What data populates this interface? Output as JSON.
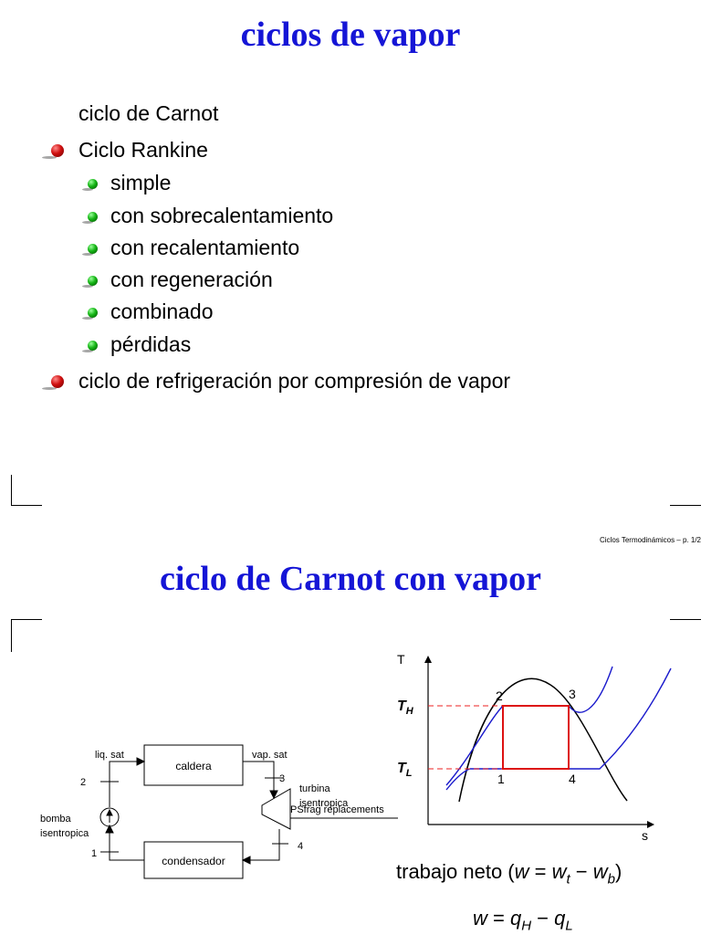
{
  "slide1": {
    "title": "ciclos de vapor",
    "items": [
      {
        "text": "ciclo de Carnot",
        "level": 1,
        "bullet": false
      },
      {
        "text": "Ciclo Rankine",
        "level": 1,
        "bullet": true
      },
      {
        "text": "simple",
        "level": 2,
        "bullet": true
      },
      {
        "text": "con sobrecalentamiento",
        "level": 2,
        "bullet": true
      },
      {
        "text": "con recalentamiento",
        "level": 2,
        "bullet": true
      },
      {
        "text": "con regeneración",
        "level": 2,
        "bullet": true
      },
      {
        "text": "combinado",
        "level": 2,
        "bullet": true
      },
      {
        "text": "pérdidas",
        "level": 2,
        "bullet": true
      },
      {
        "text": "ciclo de refrigeración por compresión de vapor",
        "level": 1,
        "bullet": true
      }
    ],
    "footer": "Ciclos Termodinámicos – p. 1/2"
  },
  "slide2": {
    "title": "ciclo de Carnot con vapor",
    "diagram": {
      "boiler": "caldera",
      "condenser": "condensador",
      "liq_sat": "liq. sat",
      "vap_sat": "vap. sat",
      "turbine": "turbina",
      "turbine_sub": "isentropica",
      "pump": "bomba",
      "pump_sub": "isentropica",
      "psfrag": "PSfrag replacements",
      "state1": "1",
      "state2": "2",
      "state3": "3",
      "state4": "4"
    },
    "ts_diagram": {
      "y_axis": "T",
      "x_axis": "s",
      "th": "T",
      "th_sub": "H",
      "tl": "T",
      "tl_sub": "L",
      "p1": "1",
      "p2": "2",
      "p3": "3",
      "p4": "4"
    },
    "equation1": {
      "prefix": "trabajo neto (",
      "w": "w",
      "eq": " = ",
      "wt": "w",
      "wt_sub": "t",
      "minus": " − ",
      "wb": "w",
      "wb_sub": "b",
      "suffix": ")"
    },
    "equation2": {
      "w": "w",
      "eq": " = ",
      "qh": "q",
      "qh_sub": "H",
      "minus": " − ",
      "ql": "q",
      "ql_sub": "L"
    }
  },
  "colors": {
    "title": "#1515d6",
    "red_bullet": "#d01010",
    "green_bullet": "#15b515",
    "cycle": "#dd1111",
    "curve": "#1a1acc",
    "dashed": "#ee2222"
  }
}
